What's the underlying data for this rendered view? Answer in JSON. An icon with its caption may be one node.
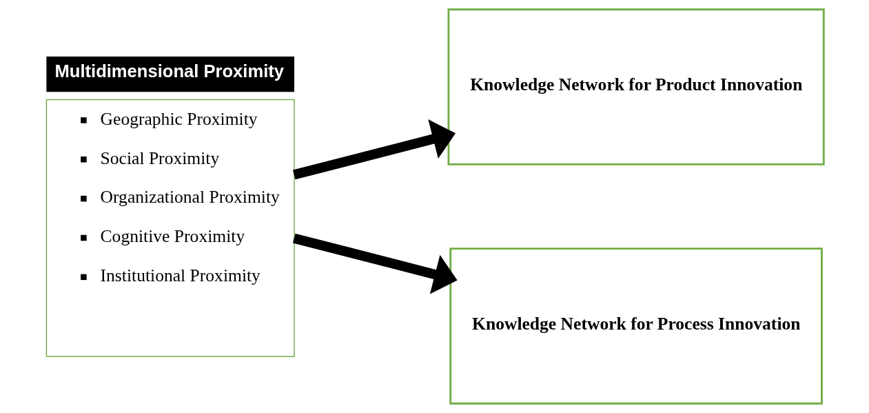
{
  "diagram": {
    "nodes": [
      {
        "text": [
          "Multidimensional Proximity",
          "Geographic Proximity",
          "Social Proximity",
          "Organizational Proximity",
          "Cognitive Proximity",
          "Institutional Proximity"
        ]
      },
      {
        "text": [
          "Knowledge Network for Product Innovation"
        ]
      },
      {
        "text": [
          "Knowledge Network for Process Innovation"
        ]
      }
    ],
    "edges": [
      {
        "from": 0,
        "to": 1,
        "arrow": "to"
      },
      {
        "from": 0,
        "to": 2,
        "arrow": "to"
      }
    ]
  }
}
